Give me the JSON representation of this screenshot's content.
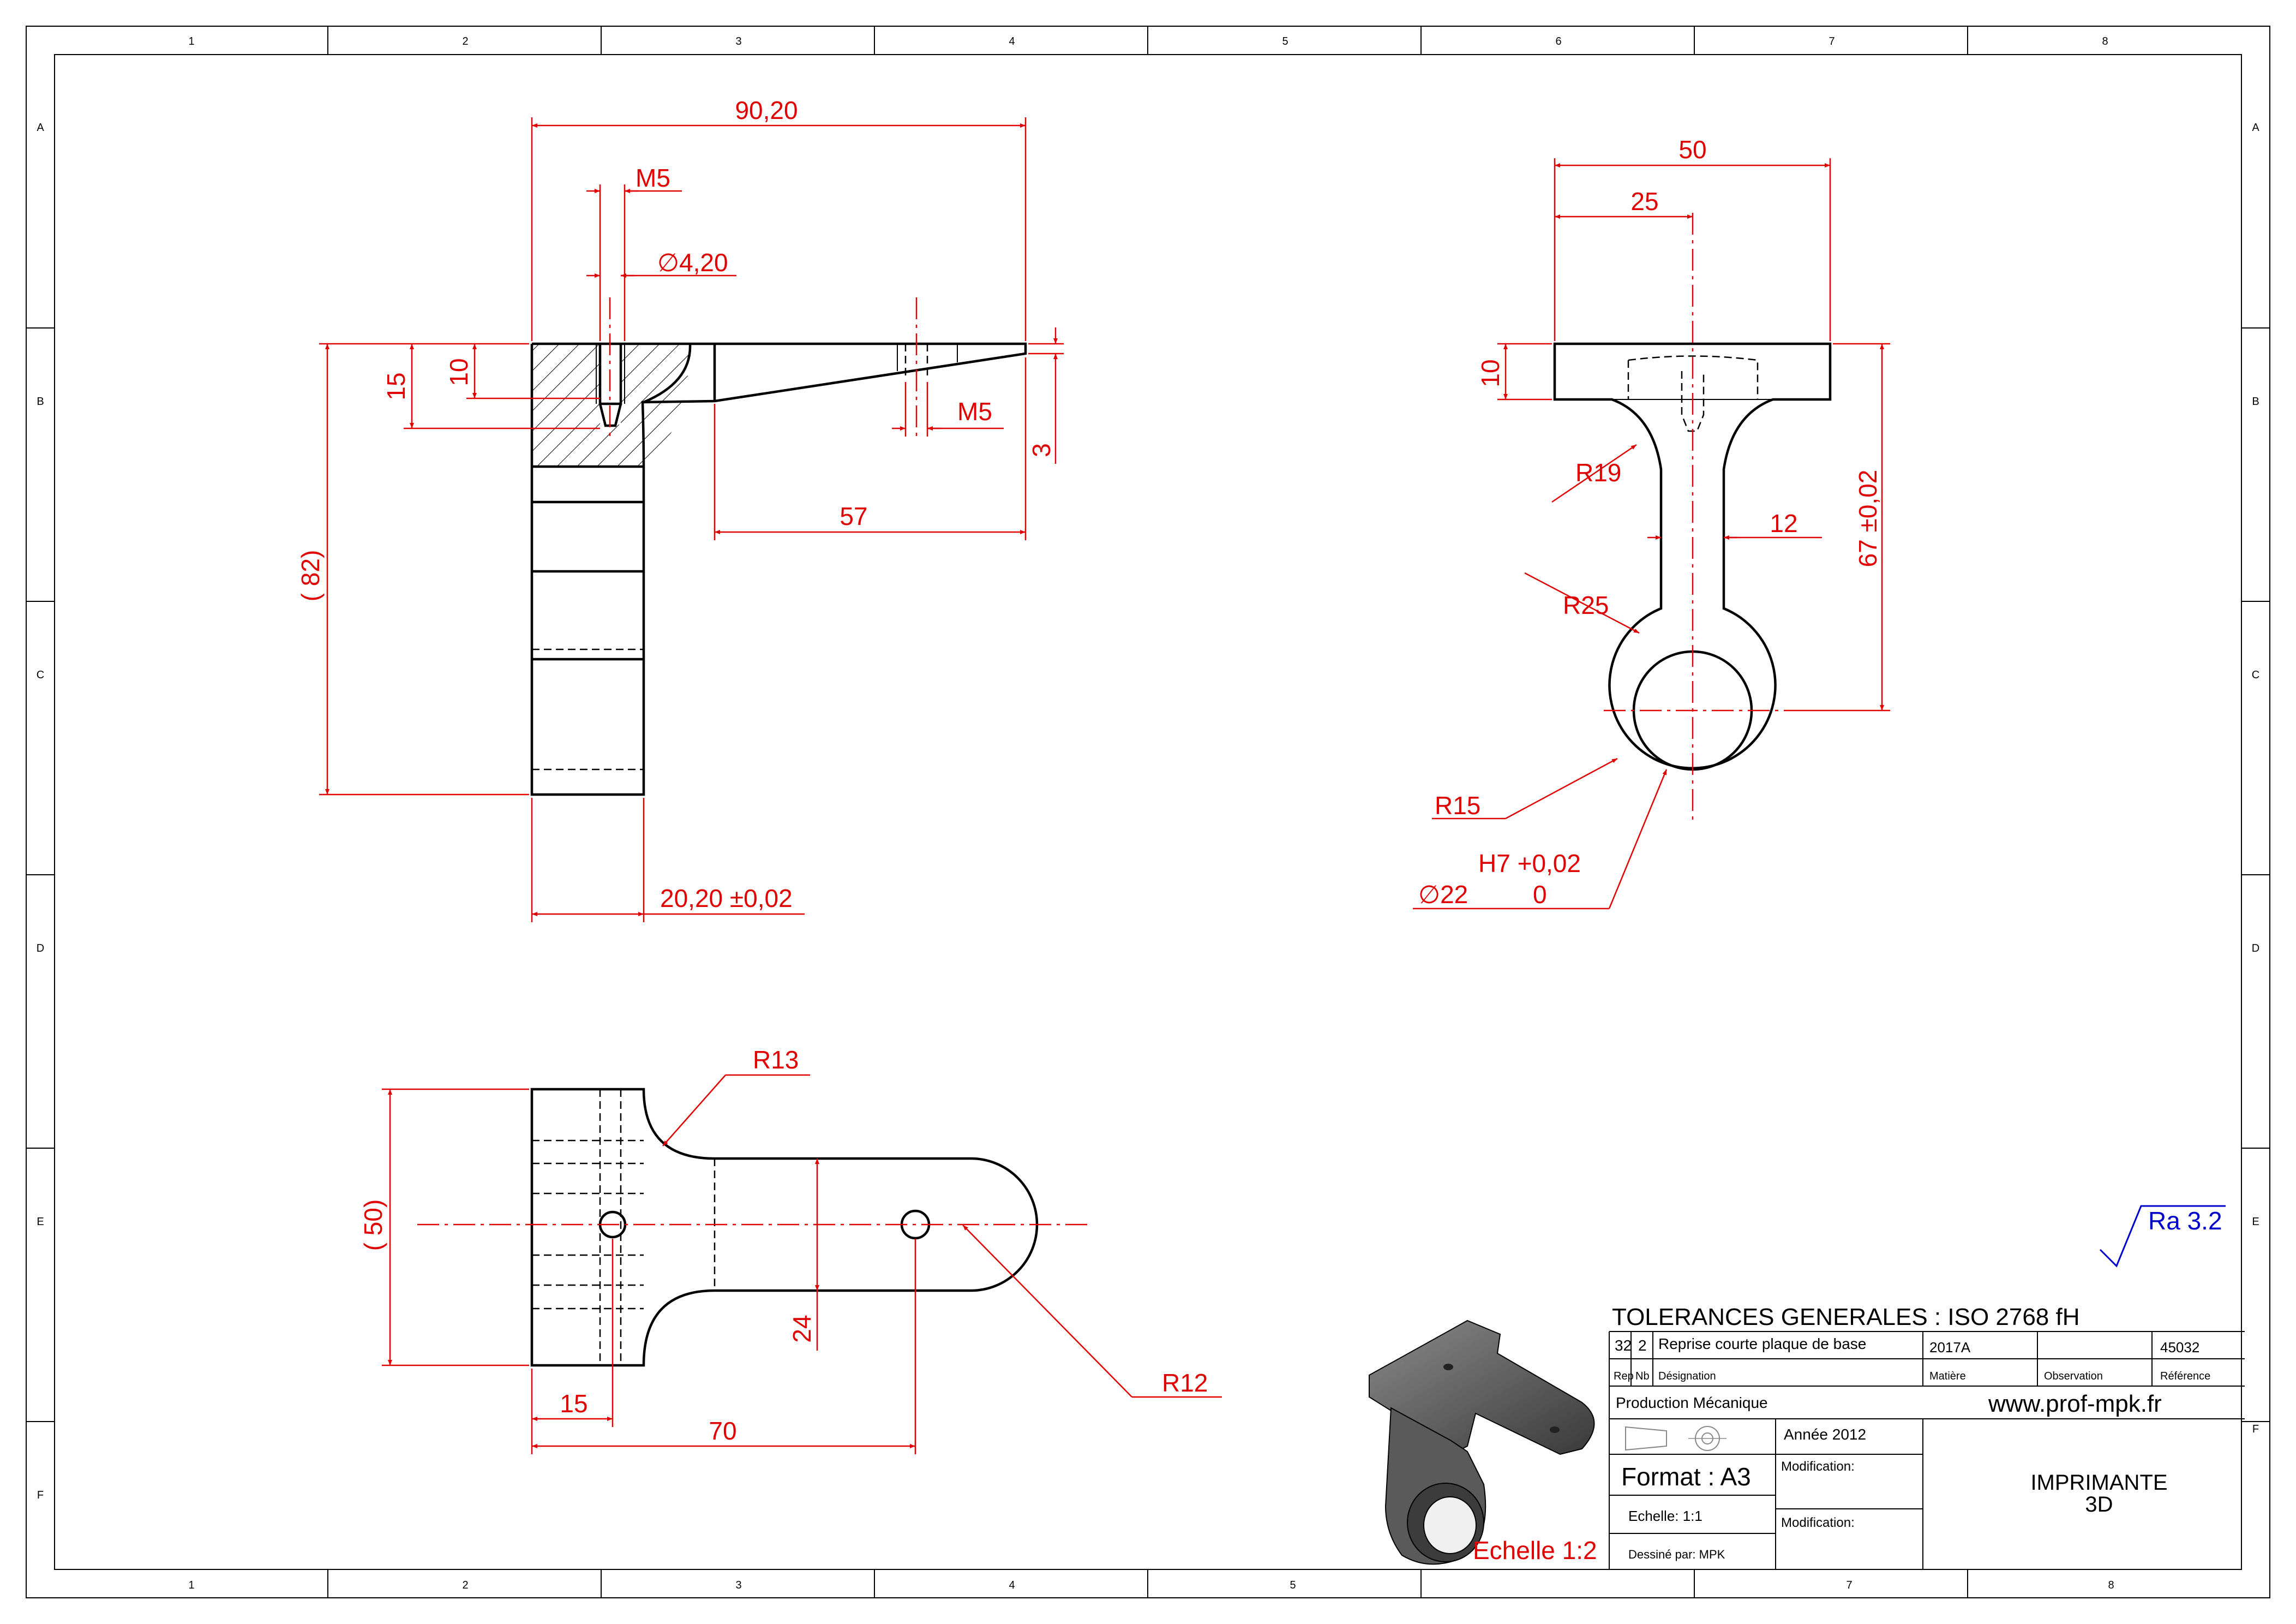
{
  "frame": {
    "columns": [
      "1",
      "2",
      "3",
      "4",
      "5",
      "6",
      "7",
      "8"
    ],
    "rows": [
      "A",
      "B",
      "C",
      "D",
      "E",
      "F"
    ]
  },
  "views": {
    "front": {
      "dims": {
        "width": "90,20",
        "tap": "M5",
        "drill": "∅4,20",
        "h15": "15",
        "h10": "10",
        "tap2": "M5",
        "t3": "3",
        "len57": "57",
        "height": "( 82)",
        "thick": "20,20 ±0,02"
      }
    },
    "side": {
      "dims": {
        "w50": "50",
        "w25": "25",
        "h10": "10",
        "r19": "R19",
        "w12": "12",
        "r25": "R25",
        "h67": "67 ±0,02",
        "r15": "R15",
        "fit_upper": "H7 +0,02",
        "bore": "∅22",
        "fit_lower": "0"
      }
    },
    "top": {
      "dims": {
        "r13": "R13",
        "w50": "( 50)",
        "w24": "24",
        "r12": "R12",
        "x15": "15",
        "x70": "70"
      }
    }
  },
  "roughness": "Ra 3.2",
  "iso_scale": "Echelle 1:2",
  "title_block": {
    "tolerances": "TOLERANCES GENERALES : ISO 2768 fH",
    "part_row": [
      "32",
      "2",
      "Reprise courte plaque de base",
      "2017A",
      "",
      "45032"
    ],
    "headers": [
      "Rep",
      "Nb",
      "Désignation",
      "Matière",
      "Observation",
      "Référence"
    ],
    "department": "Production Mécanique",
    "website": "www.prof-mpk.fr",
    "year": "Année 2012",
    "format": "Format : A3",
    "modification1": "Modification:",
    "modification2": "Modification:",
    "scale": "Echelle: 1:1",
    "drawn_by": "Dessiné par: MPK",
    "title_line1": "IMPRIMANTE",
    "title_line2": "3D",
    "zone_letter": "F"
  },
  "colors": {
    "dimension": "#e00000",
    "outline": "#000000",
    "roughness": "#0000cc"
  }
}
